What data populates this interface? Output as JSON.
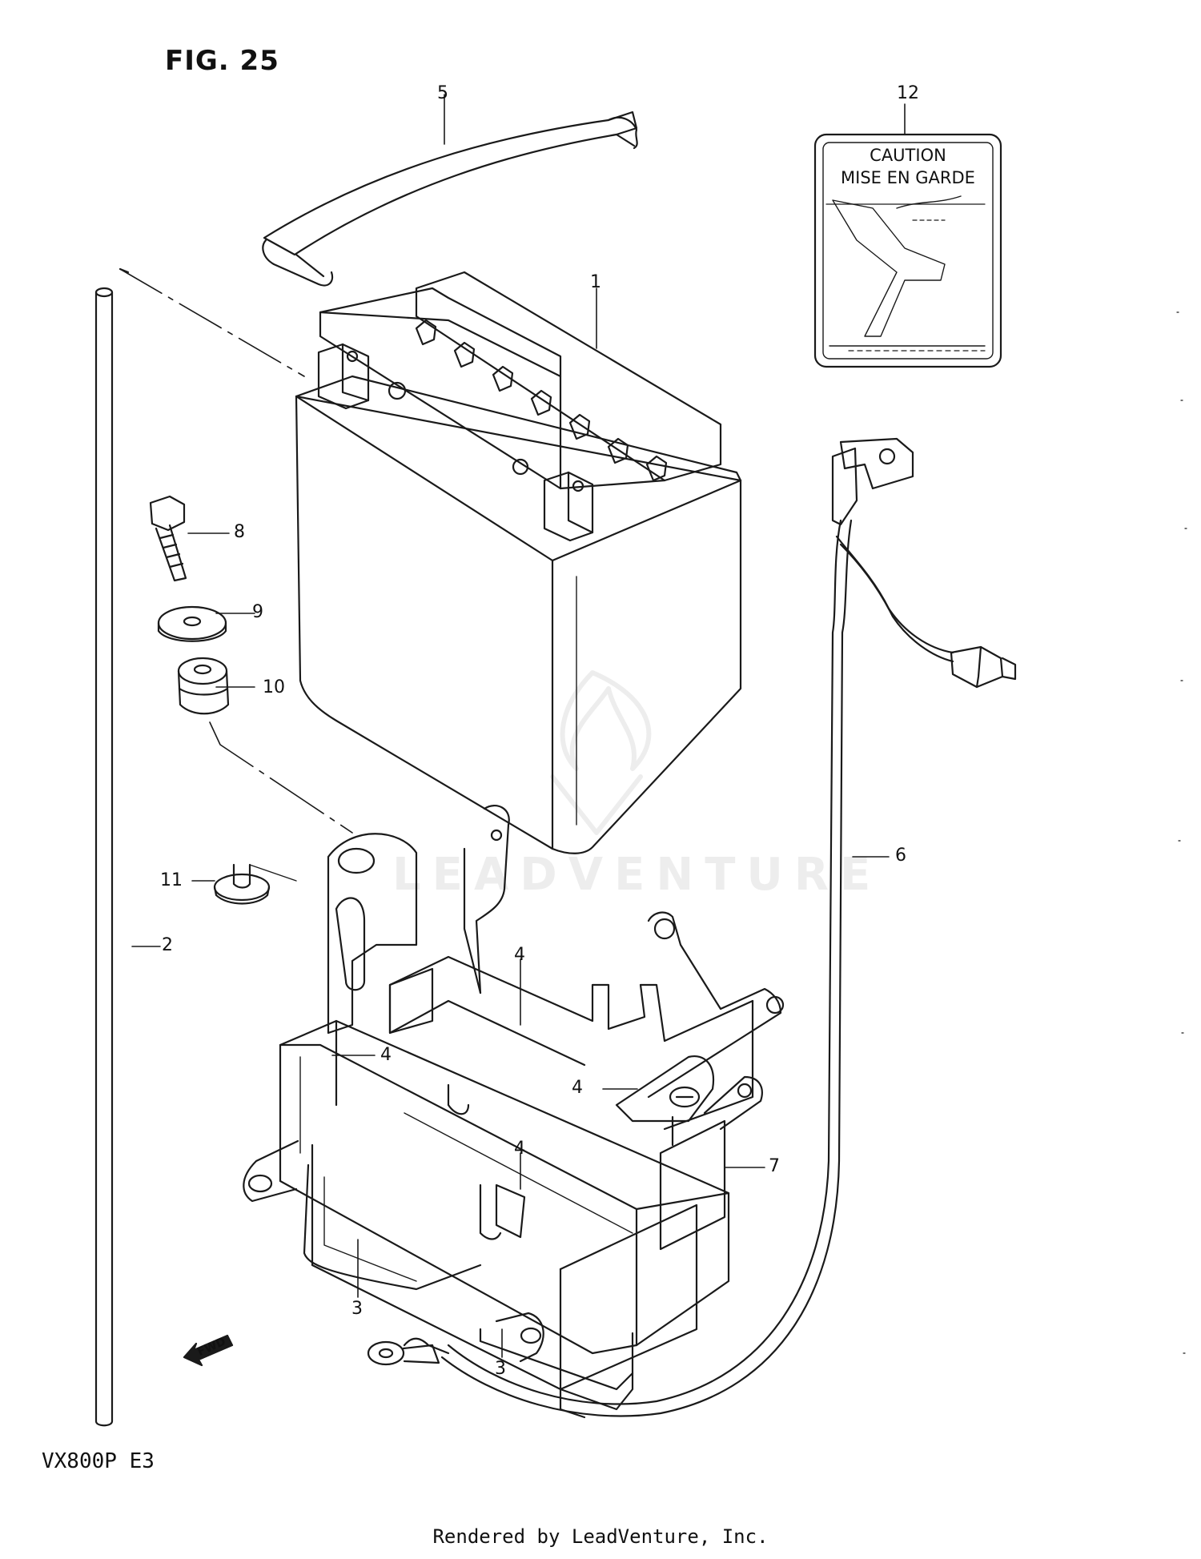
{
  "figure": {
    "title": "FIG. 25",
    "model_code": "VX800P  E3",
    "footer": "Rendered by LeadVenture, Inc.",
    "watermark": "LEADVENTURE"
  },
  "caution_label": {
    "line1": "CAUTION",
    "line2": "MISE EN GARDE"
  },
  "fwd_label": "FWD",
  "callouts": {
    "c1": "1",
    "c2": "2",
    "c3a": "3",
    "c3b": "3",
    "c4a": "4",
    "c4b": "4",
    "c4c": "4",
    "c4d": "4",
    "c5": "5",
    "c6": "6",
    "c7": "7",
    "c8": "8",
    "c9": "9",
    "c10": "10",
    "c11": "11",
    "c12": "12"
  },
  "colors": {
    "line": "#1a1a1a",
    "background": "#ffffff"
  }
}
